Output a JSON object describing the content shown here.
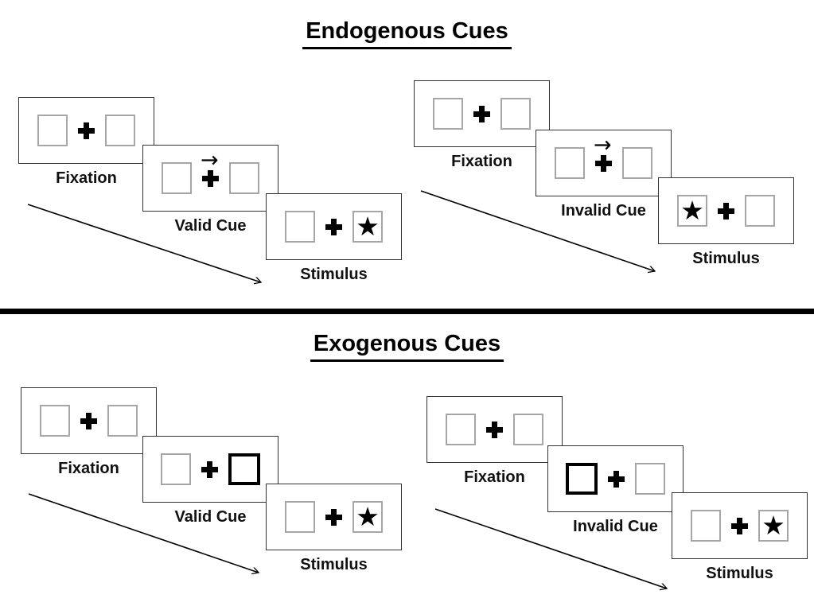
{
  "colors": {
    "ink": "#000000",
    "panel_border": "#333333",
    "box_border": "#a6a6a6",
    "bold_box_border": "#000000"
  },
  "icons": {
    "fixation_cross": "plus-cross",
    "stimulus": "filled-star",
    "endogenous_cue": "right-arrow"
  },
  "sections": [
    {
      "id": "endogenous",
      "title": "Endogenous Cues",
      "groups": [
        {
          "id": "valid",
          "panels": [
            {
              "label": "Fixation",
              "cue_arrow": "",
              "left_box": {
                "variant": "plain",
                "glyph": ""
              },
              "right_box": {
                "variant": "plain",
                "glyph": ""
              }
            },
            {
              "label": "Valid Cue",
              "cue_arrow": "→",
              "left_box": {
                "variant": "plain",
                "glyph": ""
              },
              "right_box": {
                "variant": "plain",
                "glyph": ""
              }
            },
            {
              "label": "Stimulus",
              "cue_arrow": "",
              "left_box": {
                "variant": "plain",
                "glyph": ""
              },
              "right_box": {
                "variant": "plain",
                "glyph": "★"
              }
            }
          ]
        },
        {
          "id": "invalid",
          "panels": [
            {
              "label": "Fixation",
              "cue_arrow": "",
              "left_box": {
                "variant": "plain",
                "glyph": ""
              },
              "right_box": {
                "variant": "plain",
                "glyph": ""
              }
            },
            {
              "label": "Invalid Cue",
              "cue_arrow": "→",
              "left_box": {
                "variant": "plain",
                "glyph": ""
              },
              "right_box": {
                "variant": "plain",
                "glyph": ""
              }
            },
            {
              "label": "Stimulus",
              "cue_arrow": "",
              "left_box": {
                "variant": "plain",
                "glyph": "★"
              },
              "right_box": {
                "variant": "plain",
                "glyph": ""
              }
            }
          ]
        }
      ]
    },
    {
      "id": "exogenous",
      "title": "Exogenous Cues",
      "groups": [
        {
          "id": "valid",
          "panels": [
            {
              "label": "Fixation",
              "cue_arrow": "",
              "left_box": {
                "variant": "plain",
                "glyph": ""
              },
              "right_box": {
                "variant": "plain",
                "glyph": ""
              }
            },
            {
              "label": "Valid Cue",
              "cue_arrow": "",
              "left_box": {
                "variant": "plain",
                "glyph": ""
              },
              "right_box": {
                "variant": "bold",
                "glyph": ""
              }
            },
            {
              "label": "Stimulus",
              "cue_arrow": "",
              "left_box": {
                "variant": "plain",
                "glyph": ""
              },
              "right_box": {
                "variant": "plain",
                "glyph": "★"
              }
            }
          ]
        },
        {
          "id": "invalid",
          "panels": [
            {
              "label": "Fixation",
              "cue_arrow": "",
              "left_box": {
                "variant": "plain",
                "glyph": ""
              },
              "right_box": {
                "variant": "plain",
                "glyph": ""
              }
            },
            {
              "label": "Invalid Cue",
              "cue_arrow": "",
              "left_box": {
                "variant": "bold",
                "glyph": ""
              },
              "right_box": {
                "variant": "plain",
                "glyph": ""
              }
            },
            {
              "label": "Stimulus",
              "cue_arrow": "",
              "left_box": {
                "variant": "plain",
                "glyph": ""
              },
              "right_box": {
                "variant": "plain",
                "glyph": "★"
              }
            }
          ]
        }
      ]
    }
  ]
}
